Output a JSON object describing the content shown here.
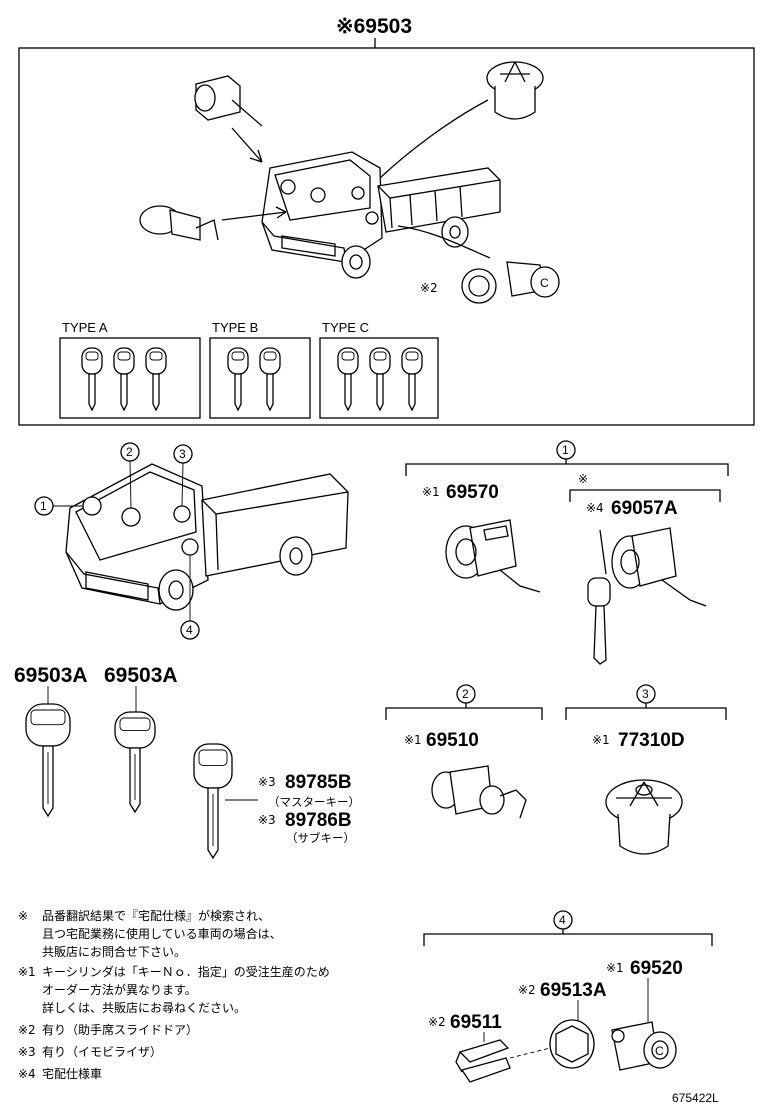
{
  "assembly": {
    "number": "※69503"
  },
  "top_box": {
    "mark2": "※2",
    "key_types": [
      {
        "label": "TYPE A",
        "keys": 3
      },
      {
        "label": "TYPE B",
        "keys": 2
      },
      {
        "label": "TYPE C",
        "keys": 3
      }
    ]
  },
  "callouts": [
    "1",
    "2",
    "3",
    "4"
  ],
  "group1": {
    "callout": "1",
    "part_a": {
      "mark": "※1",
      "number": "69570"
    },
    "sub_mark": "※",
    "part_b": {
      "mark": "※4",
      "number": "69057A"
    }
  },
  "group2": {
    "callout": "2",
    "part": {
      "mark": "※1",
      "number": "69510"
    }
  },
  "group3": {
    "callout": "3",
    "part": {
      "mark": "※1",
      "number": "77310D"
    }
  },
  "group4": {
    "callout": "4",
    "parts": [
      {
        "mark": "※1",
        "number": "69520"
      },
      {
        "mark": "※2",
        "number": "69513A"
      },
      {
        "mark": "※2",
        "number": "69511"
      }
    ]
  },
  "keys": {
    "blank1": "69503A",
    "blank2": "69503A",
    "master": {
      "mark": "※3",
      "number": "89785B",
      "name": "（マスターキー）"
    },
    "sub": {
      "mark": "※3",
      "number": "89786B",
      "name": "（サブキー）"
    }
  },
  "notes": [
    {
      "mark": "※",
      "lines": [
        "品番翻訳結果で『宅配仕様』が検索され、",
        "且つ宅配業務に使用している車両の場合は、",
        "共販店にお問合せ下さい。"
      ]
    },
    {
      "mark": "※1",
      "lines": [
        "キーシリンダは「キーＮｏ．指定」の受注生産のため",
        "オーダー方法が異なります。",
        "詳しくは、共販店にお尋ねください。"
      ]
    },
    {
      "mark": "※2",
      "lines": [
        "有り（助手席スライドドア）"
      ]
    },
    {
      "mark": "※3",
      "lines": [
        "有り（イモビライザ）"
      ]
    },
    {
      "mark": "※4",
      "lines": [
        "宅配仕様車"
      ]
    }
  ],
  "figure_ref": "675422L"
}
